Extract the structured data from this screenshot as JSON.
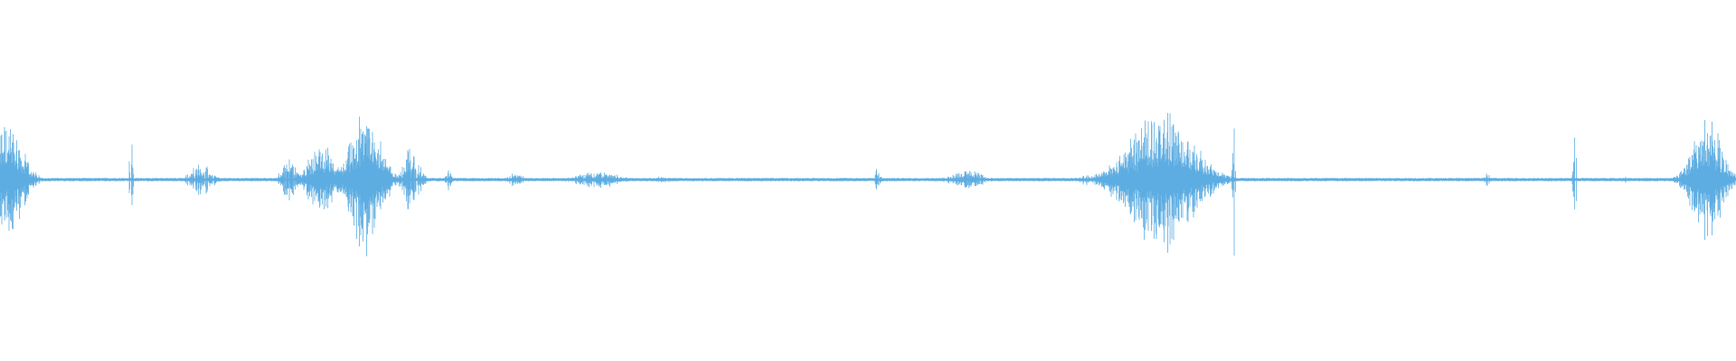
{
  "waveform": {
    "color": "#5dade2",
    "background": "#ffffff",
    "bursts": [
      {
        "center": 8,
        "width": 60,
        "amplitude": 0.5,
        "density": 1.0
      },
      {
        "center": 145,
        "width": 4,
        "amplitude": 0.55,
        "density": 0.4
      },
      {
        "center": 222,
        "width": 40,
        "amplitude": 0.14,
        "density": 0.8
      },
      {
        "center": 320,
        "width": 28,
        "amplitude": 0.18,
        "density": 0.9
      },
      {
        "center": 355,
        "width": 50,
        "amplitude": 0.3,
        "density": 1.0
      },
      {
        "center": 405,
        "width": 60,
        "amplitude": 0.6,
        "density": 1.0
      },
      {
        "center": 455,
        "width": 30,
        "amplitude": 0.3,
        "density": 0.9
      },
      {
        "center": 496,
        "width": 10,
        "amplitude": 0.1,
        "density": 0.8
      },
      {
        "center": 570,
        "width": 30,
        "amplitude": 0.06,
        "density": 0.8
      },
      {
        "center": 660,
        "width": 80,
        "amplitude": 0.07,
        "density": 0.9
      },
      {
        "center": 730,
        "width": 40,
        "amplitude": 0.03,
        "density": 0.6
      },
      {
        "center": 970,
        "width": 10,
        "amplitude": 0.1,
        "density": 0.7
      },
      {
        "center": 1070,
        "width": 60,
        "amplitude": 0.08,
        "density": 0.9
      },
      {
        "center": 1200,
        "width": 20,
        "amplitude": 0.05,
        "density": 0.7
      },
      {
        "center": 1285,
        "width": 130,
        "amplitude": 0.58,
        "density": 1.0
      },
      {
        "center": 1365,
        "width": 4,
        "amplitude": 0.65,
        "density": 0.4
      },
      {
        "center": 1645,
        "width": 10,
        "amplitude": 0.06,
        "density": 0.7
      },
      {
        "center": 1742,
        "width": 4,
        "amplitude": 0.55,
        "density": 0.4
      },
      {
        "center": 1800,
        "width": 20,
        "amplitude": 0.04,
        "density": 0.5
      },
      {
        "center": 1888,
        "width": 60,
        "amplitude": 0.5,
        "density": 1.0
      }
    ],
    "noise_floor": 0.012
  }
}
